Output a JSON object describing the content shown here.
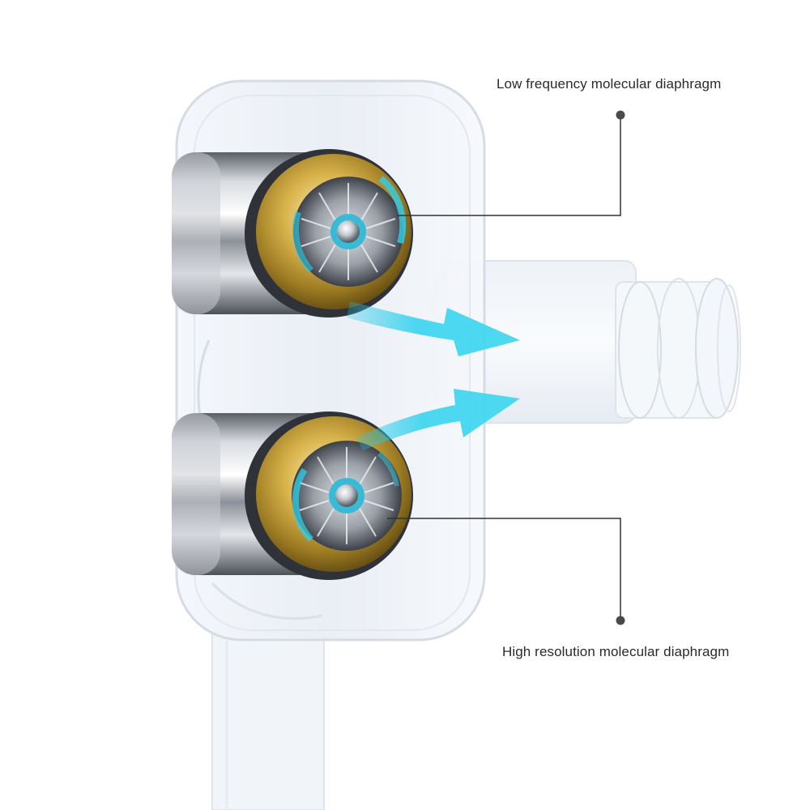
{
  "callouts": {
    "top": {
      "label": "Low frequency molecular diaphragm"
    },
    "bottom": {
      "label": "High resolution molecular diaphragm"
    }
  },
  "colors": {
    "background": "#ffffff",
    "shell": "#eef2f7",
    "gold": "#c9a63c",
    "chrome": "#b9bcc2",
    "arrow": "#3fd0ea",
    "leader": "#333333"
  },
  "icons": {
    "driver": "dual-driver-icon",
    "arrow": "sound-flow-arrow",
    "dot": "callout-dot"
  }
}
